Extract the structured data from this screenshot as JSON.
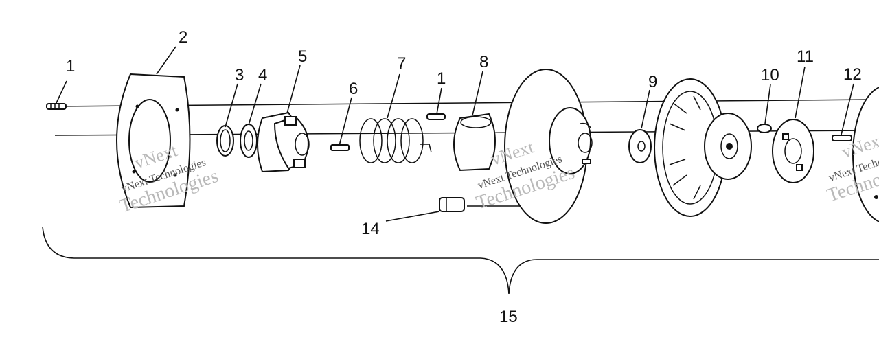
{
  "callouts": {
    "c1a": "1",
    "c2": "2",
    "c3": "3",
    "c4": "4",
    "c5": "5",
    "c6": "6",
    "c7": "7",
    "c1b": "1",
    "c8": "8",
    "c9": "9",
    "c10": "10",
    "c11": "11",
    "c12": "12",
    "c14": "14",
    "c15": "15"
  },
  "watermark": {
    "line1": "vNext",
    "line2": "vNext Technologies",
    "line3": "Technologies"
  }
}
